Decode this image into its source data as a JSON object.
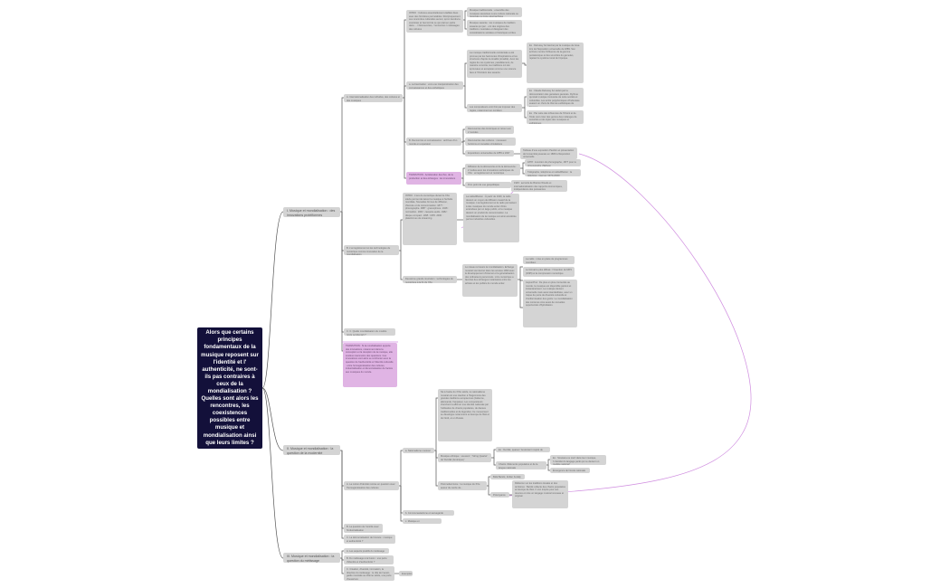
{
  "root": {
    "text": "Alors que certains principes fondamentaux de la musique reposent sur l'identité et l' authenticité, ne sont-ils pas contraires à ceux de la mondialisation ? Quelles sont alors les rencontres, les coexistences possibles entre musique et mondialisation ainsi que leurs limites ?",
    "bg_color": "#13103a",
    "text_color": "#ffffff"
  },
  "colors": {
    "node_bg": "#d4d4d4",
    "node_text": "#6a6a6a",
    "highlight_bg": "#e0b4e4",
    "link_line": "#555555",
    "cross_link": "#d08ee0"
  },
  "branches": [
    {
      "id": "b1",
      "label": "I. Musique et mondialisation : des innovations protéiformes"
    },
    {
      "id": "b2",
      "label": "II. Musique et mondialisation : la question de la modernité"
    },
    {
      "id": "b3",
      "label": "III. Musique et mondialisation : la question du métissage"
    }
  ],
  "nodes": {
    "b1a": "A. Internationalisation des individus, des cultures et des musiques",
    "b1a1": "INTRO : Cultures essentiellement établies liées avec des frontières perméables. Réciproquement ces rencontres culturelles auront, qu'on tiendra la courtoisie et l'accord de ce qui était en partie dans ... / Découvertes, / rencontres / métissages des cultures",
    "b1a1a": "Musique traditionnelle : ensemble des musiques associées à une culture nationale ou régionale ou zone géographique",
    "b1a1b": "Musique savante : les musiques de tradition savante qui par ...ont des origines des traditions musicales et désignant des considérations sociales et théoriques écrites",
    "b1a2": "a. La fascination : vers une interpénétration des connaissances et des esthétiques",
    "b1a2a": "La musique traditionnelle occidentale a été promue par les harmonies d'inspirations et les structures d'après la tonalité (tonalité). Avec les règles de ces systèmes, parallèlement, de manière concrète, les traditions ont été éprouvées et acceptées comme une science face à l'Occident des savants.",
    "b1a2a1": "Ex : Debussy fut fasciné par la musique de Java lors de l'Exposition universelle de 1889. Son écriture montre l'influence de la gamme pentatonique et des sonorités du gamelan, rejetant le système tonal de l'époque.",
    "b1a2b": "Les compositeurs vont finir par imposer des règles, notamment en occident",
    "b1a2b1": "Ex : Claude Debussy fut séduit par la démonstration des gamelans javanais. Rythme qui était musique innovante de cette société et culturelles. Les écrits polyphoniques d'Indonésie avaient un choix de thèmes esthétiques de l'époque",
    "b1a2b2": "Ex : Par suite des influences de l'Orient et de l'Inde vont créer des genres des mélanges de sonorités et de styles des musiques et esthétiques",
    "b1a3": "B. Rencontres et connaissance : archives d'un monde en expansion",
    "b1a3a": "Découvertes des Amériques et retour aux 2 mondes",
    "b1a3b": "Découvertes des cultures : nouveaux horizons et nouvelles circulations culturelles",
    "b1a3c": "Expositions universelles de 1855 à 1937",
    "b1a3c1": "Tableau d'une exposition Pavillon et présentation de l'ensemble javanais en 1889 à l'Exposition universelle",
    "b1a4": "TRANSITION : Accélération des flux, de la production et des échanges : les innovations",
    "b1a4a": "Diffusion de la découverte et de la découverte : 2 modes avec les innovations techniques du XXe : enregistrement et numérique",
    "b1a4a1": "1878 : invention du phonographe, 1877 pour le phonographe d'Edison",
    "b1a4a2": "Télégraphe, téléphone et radiodiffusion : la télévision, internet (1970-2000)",
    "b1a4b": "D'un point de vue géopolitique",
    "b1a4b1": "1945 : accords de Bretton Woods et internationalisation des rapports économiques, indépendance des puissances",
    "b1b": "B. L'enregistrement et les technologies du numérique comme innovation de la mondialisation",
    "b1b1": "INTRO : L'ère du numérique durant le XXe siècle permet de lancer la musique à l'échelle mondiale. Nouvelles formes de diffusion, d'écoute et de consommation. 1877 : phonographe. 1887 : gramophone. 1948 : microsillon. 1963 : cassette audio. 1982 : disque compact. 1995 : MP3. 2000 : plateformes de streaming.",
    "b1b1a": "La radiodiffusion : À partir de 1920, la radio devient un moyen de diffusion massif de la musique. L'enregistrement et la radio permettent à des musiques du monde entier d'être entendues par un large public, et la musique devient un produit de consommation. La mondialisation de la musique est ainsi accélérée par les industries culturelles.",
    "b1b2": "Deuxième grande révolution : technologies du numérique à la fin du XXe",
    "b1b2a": "Le réseau à travers la mondialisation. Echange musical via internet dans les années 1990 avec le développement d'internet et la généralisation des ordinateurs personnels. L'ère numérique a favorisé des échanges instantanés entre les artistes et les publics du monde entier.",
    "b1b2a1": "La radio : mise en place de programmes mondiaux",
    "b1b2a2": "Le format le plus diffusé : l'invention du MP3 (1995) et la compression numérique",
    "b1b2a3": "Aujourd'hui : De plus en plus connectés au monde, la musique est disponible partout et instantanément. La musique devient universelle mais aussi standardisée, avec un risque de perte de diversité culturelle et d'uniformisation des goûts. La mondialisation des contenus crée aussi de nouvelles opportunités d'hybridation.",
    "b1c": "C. C. Quelle mondialisation du modèle (style occidental) ?",
    "b1t": "TRANSITION : Si la mondialisation apporte des innovations, notamment dans la conception et la réception de la musique, elle soulève néanmoins des questions. Ces innovations vont alors se confronter avec la question de l'authenticité et l'identité culturelle : entre homogénéisation des cultures, industrialisation et démocratisation de l'accès aux musiques du monde.",
    "b2a": "A. La notion d'identité remise en question avec l'homogénéisation des cultures",
    "b2a1": "a. Nationalisme musical",
    "b2a1a": "Né à l'aube du XIXe siècle, le nationalisme musical est une réaction à l'hégémonie des grandes traditions européennes (italienne, allemande, française). Les compositeurs cherchent à affirmer une identité nationale par l'utilisation de chants populaires, de danses traditionnelles et de légendes. Ce mouvement se développe notamment en Europe de l'Est et du Nord, et en Russie.",
    "b2a1b": "Musique ethnique : souvenir ; 'String Quartet' de 'Dvořák (Amérique)'",
    "b2a1b1": "Ex : Dvořák, quatuor 'Américain' inspiré de mélodies",
    "b2a1b2": "Chants d'éléments populaires et de la langue nationale",
    "b2a1b2a": "Ex : Smetana ou Liszt dans leur musique, 'L'identité du langage parlé qui ne devient un modèle national'",
    "b2a1b2b": "Émergence de l'école nationale",
    "b2a1c": "Postmodernisme : la musique du XXe autour du cercle de...",
    "b2a1c1": "Bélà Bartók, Zoltán Kodály",
    "b2a1c2": "Prévoyance",
    "b2a1c2a": "Réflexion sur les traditions locales et des territoires : Bartók collecte des chants populaires en Europe de l'Est. Il s'en inspire pour ses œuvres et crée un langage musical nouveau et original.",
    "b2a2": "b. Communautarisme et sauvegarde identitaire",
    "b2a3": "c. Musique et communautarisme",
    "b2b": "B. La question de l'unicité avec l'industrialisation",
    "b2c": "C. La démocratisation de l'écoute : musique et authenticité ?",
    "b3a": "A. Les aspects positifs du métissage",
    "b3b": "B. Du métissage à la fusion : une perte d'identité et d'authenticité ?",
    "b3c": "C. Création, diversité, innovation, la direction du métissage : le rôle de l'avant-garde musicale au 20ème siècle, une porte d'ouverture",
    "b3c1": "Exemples"
  }
}
